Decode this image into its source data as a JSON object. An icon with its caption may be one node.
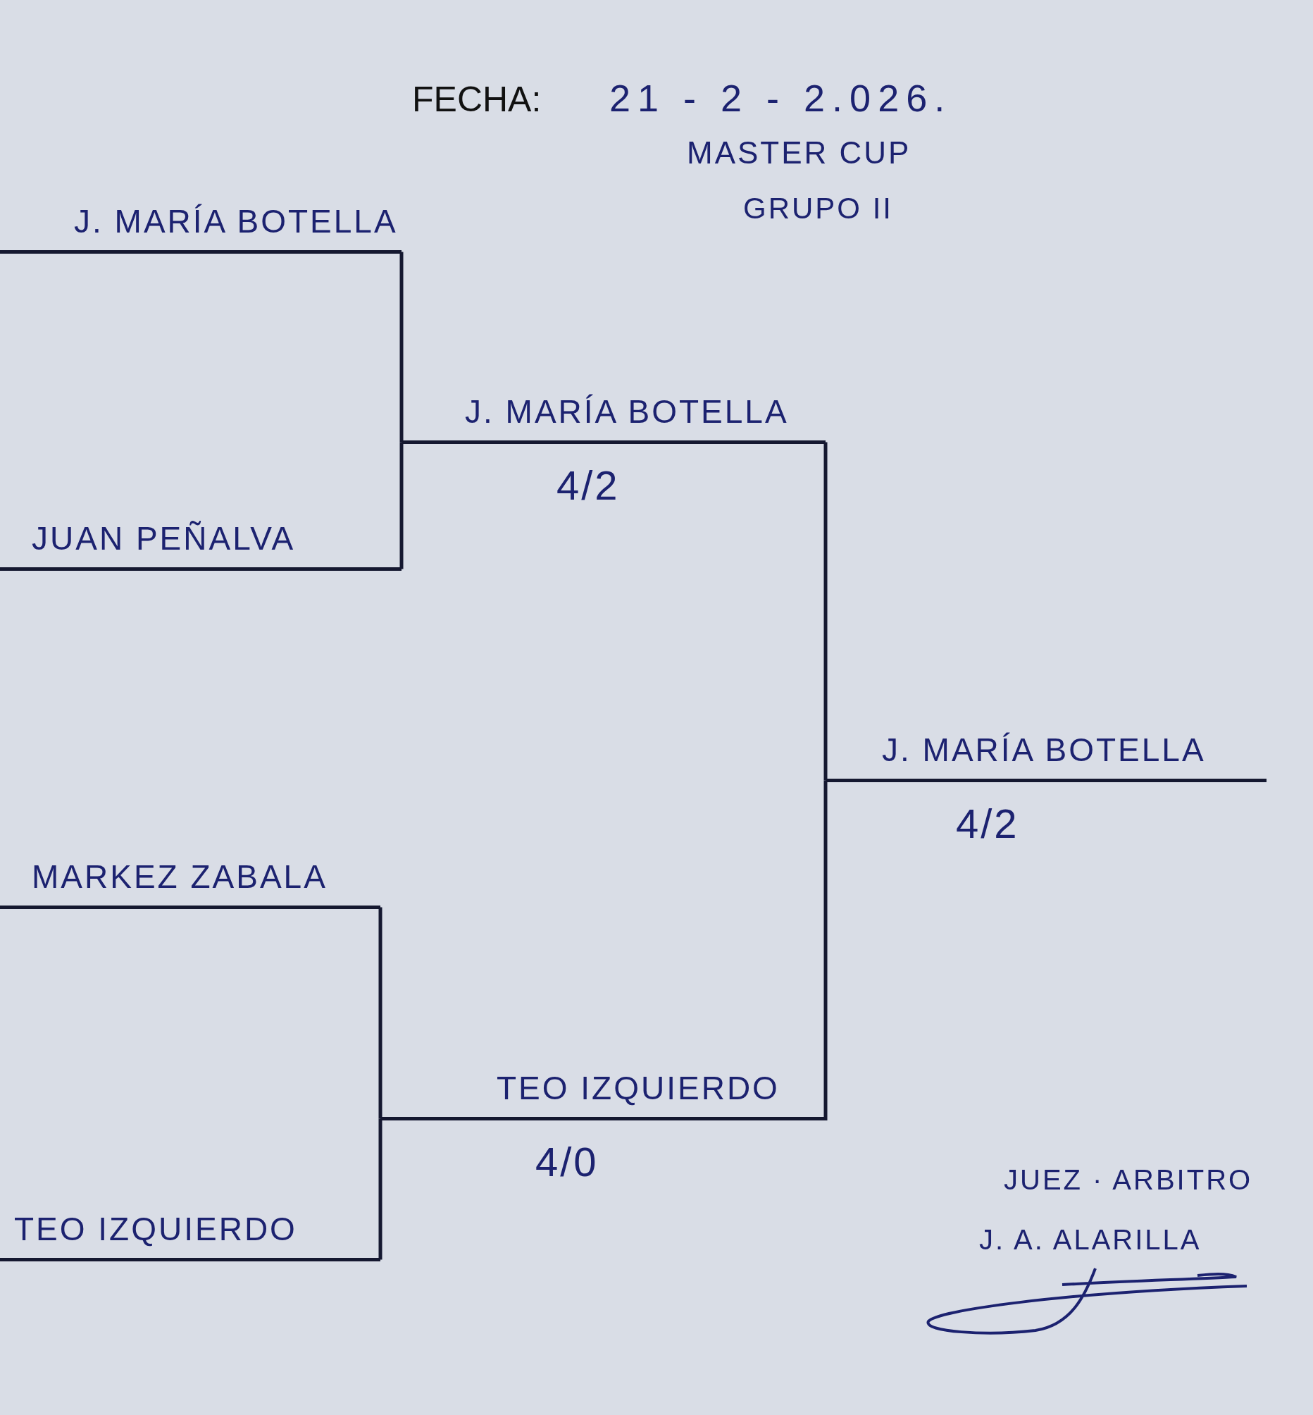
{
  "diagram": {
    "title": "MASTER CUP",
    "nodes": [
      {
        "text": [
          "J. MARÍA BOTELLA"
        ]
      },
      {
        "text": [
          "JUAN PEÑALVA"
        ]
      },
      {
        "text": [
          "J. MARÍA BOTELLA"
        ],
        "beside": [
          "4/2"
        ]
      },
      {
        "text": [
          "MARKEZ ZABALA"
        ]
      },
      {
        "text": [
          "TEO IZQUIERDO"
        ]
      },
      {
        "text": [
          "TEO IZQUIERDO"
        ],
        "beside": [
          "4/0"
        ]
      },
      {
        "text": [
          "J. MARÍA BOTELLA"
        ],
        "beside": [
          "4/2"
        ]
      }
    ],
    "edges": [
      {
        "from": 0,
        "to": 2,
        "arrow": "none"
      },
      {
        "from": 1,
        "to": 2,
        "arrow": "none"
      },
      {
        "from": 3,
        "to": 5,
        "arrow": "none"
      },
      {
        "from": 4,
        "to": 5,
        "arrow": "none"
      },
      {
        "from": 2,
        "to": 6,
        "arrow": "none"
      },
      {
        "from": 5,
        "to": 6,
        "arrow": "none"
      }
    ],
    "labels": [
      "FECHA:",
      "21 - 2 - 2.026.",
      "GRUPO II",
      "JUEZ · ARBITRO",
      "J. A. ALARILLA"
    ]
  }
}
